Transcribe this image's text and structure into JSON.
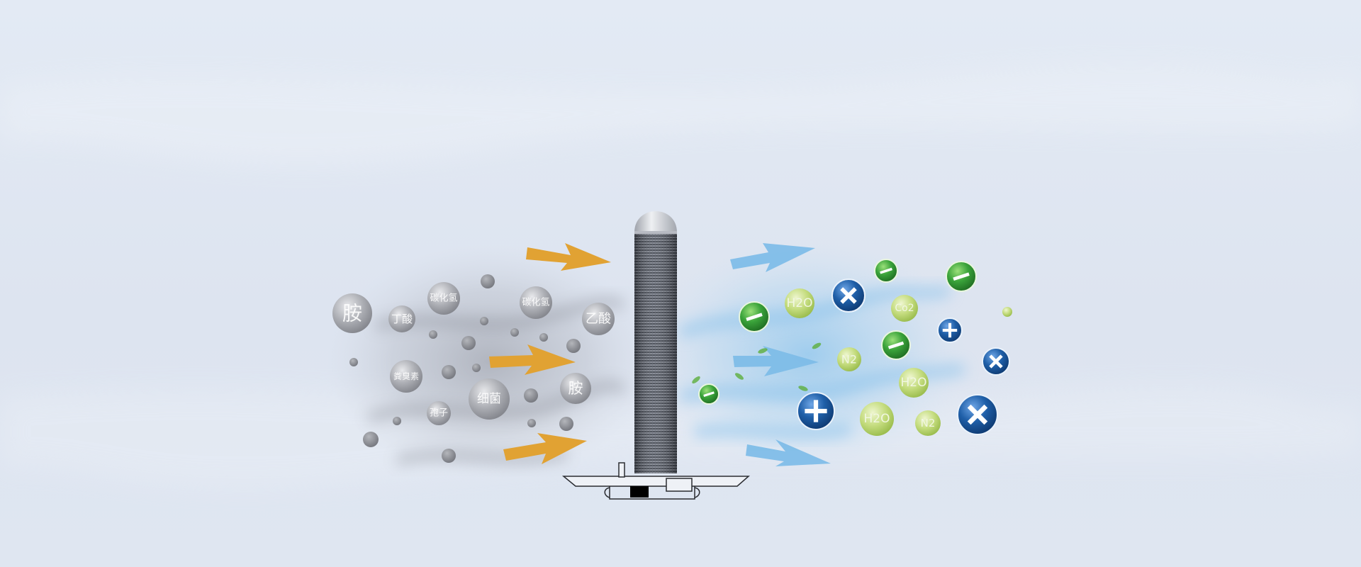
{
  "colors": {
    "background": "#dfe6f1",
    "pollutant_gray": "#9b9ca1",
    "arrow_orange": "#e1a233",
    "arrow_blue": "#7fbde8",
    "ion_green": "#3aa33a",
    "ion_blue": "#1f5fa8",
    "molecule_green": "#c4dc7e",
    "device_grille": "#4f5562",
    "device_cap": "#c9ccd2"
  },
  "pollutants": [
    {
      "label": "胺"
    },
    {
      "label": "丁酸"
    },
    {
      "label": "碳化氢"
    },
    {
      "label": "碳化氢"
    },
    {
      "label": "乙酸"
    },
    {
      "label": "粪臭素"
    },
    {
      "label": "细菌"
    },
    {
      "label": "胺"
    },
    {
      "label": "孢子"
    }
  ],
  "molecules": [
    {
      "label": "H2O"
    },
    {
      "label": "Co2"
    },
    {
      "label": "N2"
    },
    {
      "label": "H2O"
    },
    {
      "label": "H2O"
    },
    {
      "label": "N2"
    }
  ],
  "ions": [
    {
      "icon": "negative-ion-icon"
    },
    {
      "icon": "negative-ion-icon"
    },
    {
      "icon": "negative-ion-icon"
    },
    {
      "icon": "negative-ion-icon"
    },
    {
      "icon": "negative-ion-icon"
    },
    {
      "icon": "positive-ion-icon"
    },
    {
      "icon": "positive-ion-icon"
    },
    {
      "icon": "positive-ion-icon"
    },
    {
      "icon": "positive-ion-icon"
    },
    {
      "icon": "positive-ion-icon"
    }
  ]
}
